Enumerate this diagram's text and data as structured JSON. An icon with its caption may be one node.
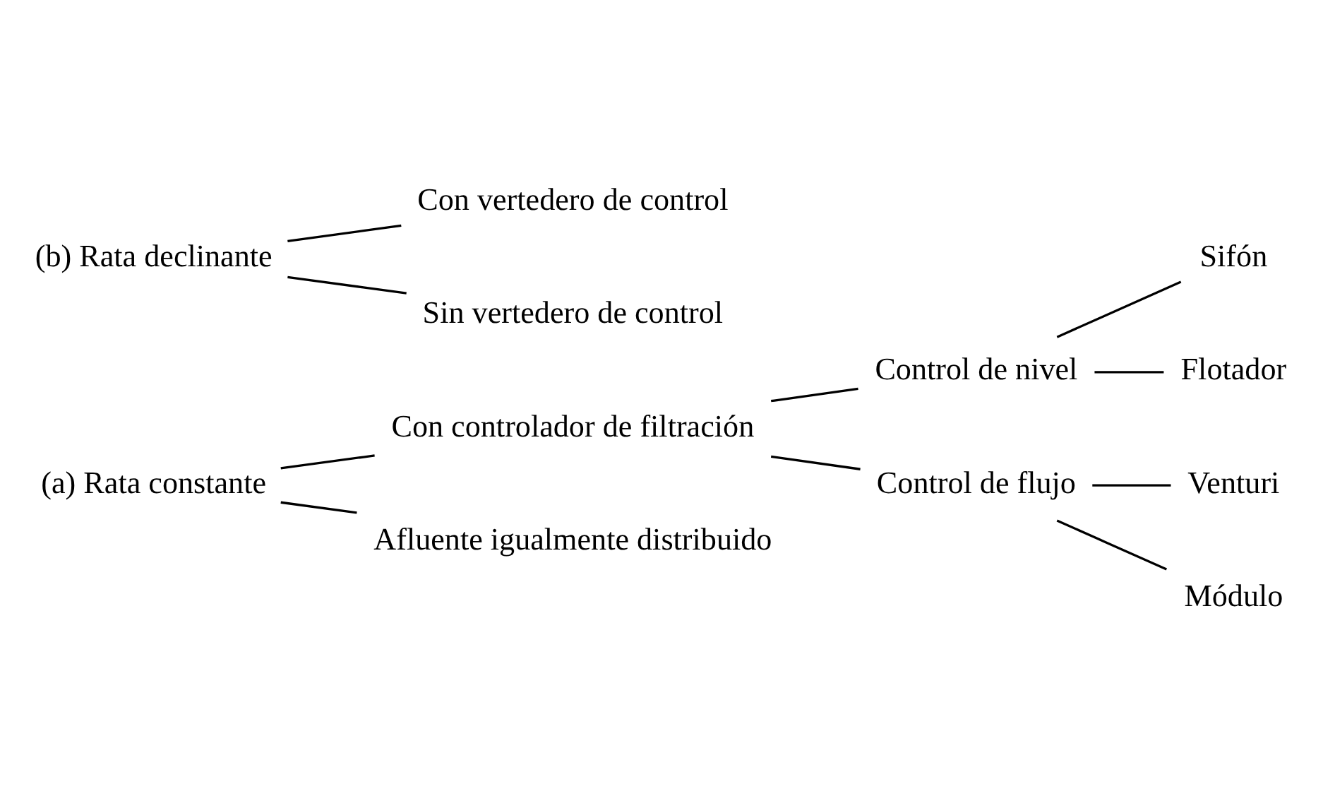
{
  "diagram": {
    "nodes": [
      {
        "text": [
          "(a) Rata constante"
        ]
      },
      {
        "text": [
          "Con controlador de filtración"
        ]
      },
      {
        "text": [
          "Control de nivel"
        ]
      },
      {
        "text": [
          "Sifón"
        ]
      },
      {
        "text": [
          "Flotador"
        ]
      },
      {
        "text": [
          "Control de flujo"
        ]
      },
      {
        "text": [
          "Venturi"
        ]
      },
      {
        "text": [
          "Módulo"
        ]
      },
      {
        "text": [
          "Afluente igualmente distribuido"
        ]
      },
      {
        "text": [
          "(b) Rata declinante"
        ]
      },
      {
        "text": [
          "Con vertedero de control"
        ]
      },
      {
        "text": [
          "Sin vertedero de control"
        ]
      }
    ],
    "edges": [
      {
        "from": 0,
        "to": 1,
        "arrow": "none"
      },
      {
        "from": 0,
        "to": 8,
        "arrow": "none"
      },
      {
        "from": 1,
        "to": 2,
        "arrow": "none"
      },
      {
        "from": 1,
        "to": 5,
        "arrow": "none"
      },
      {
        "from": 2,
        "to": 3,
        "arrow": "none"
      },
      {
        "from": 2,
        "to": 4,
        "arrow": "none"
      },
      {
        "from": 5,
        "to": 6,
        "arrow": "none"
      },
      {
        "from": 5,
        "to": 7,
        "arrow": "none"
      },
      {
        "from": 9,
        "to": 10,
        "arrow": "none"
      },
      {
        "from": 9,
        "to": 11,
        "arrow": "none"
      }
    ]
  }
}
